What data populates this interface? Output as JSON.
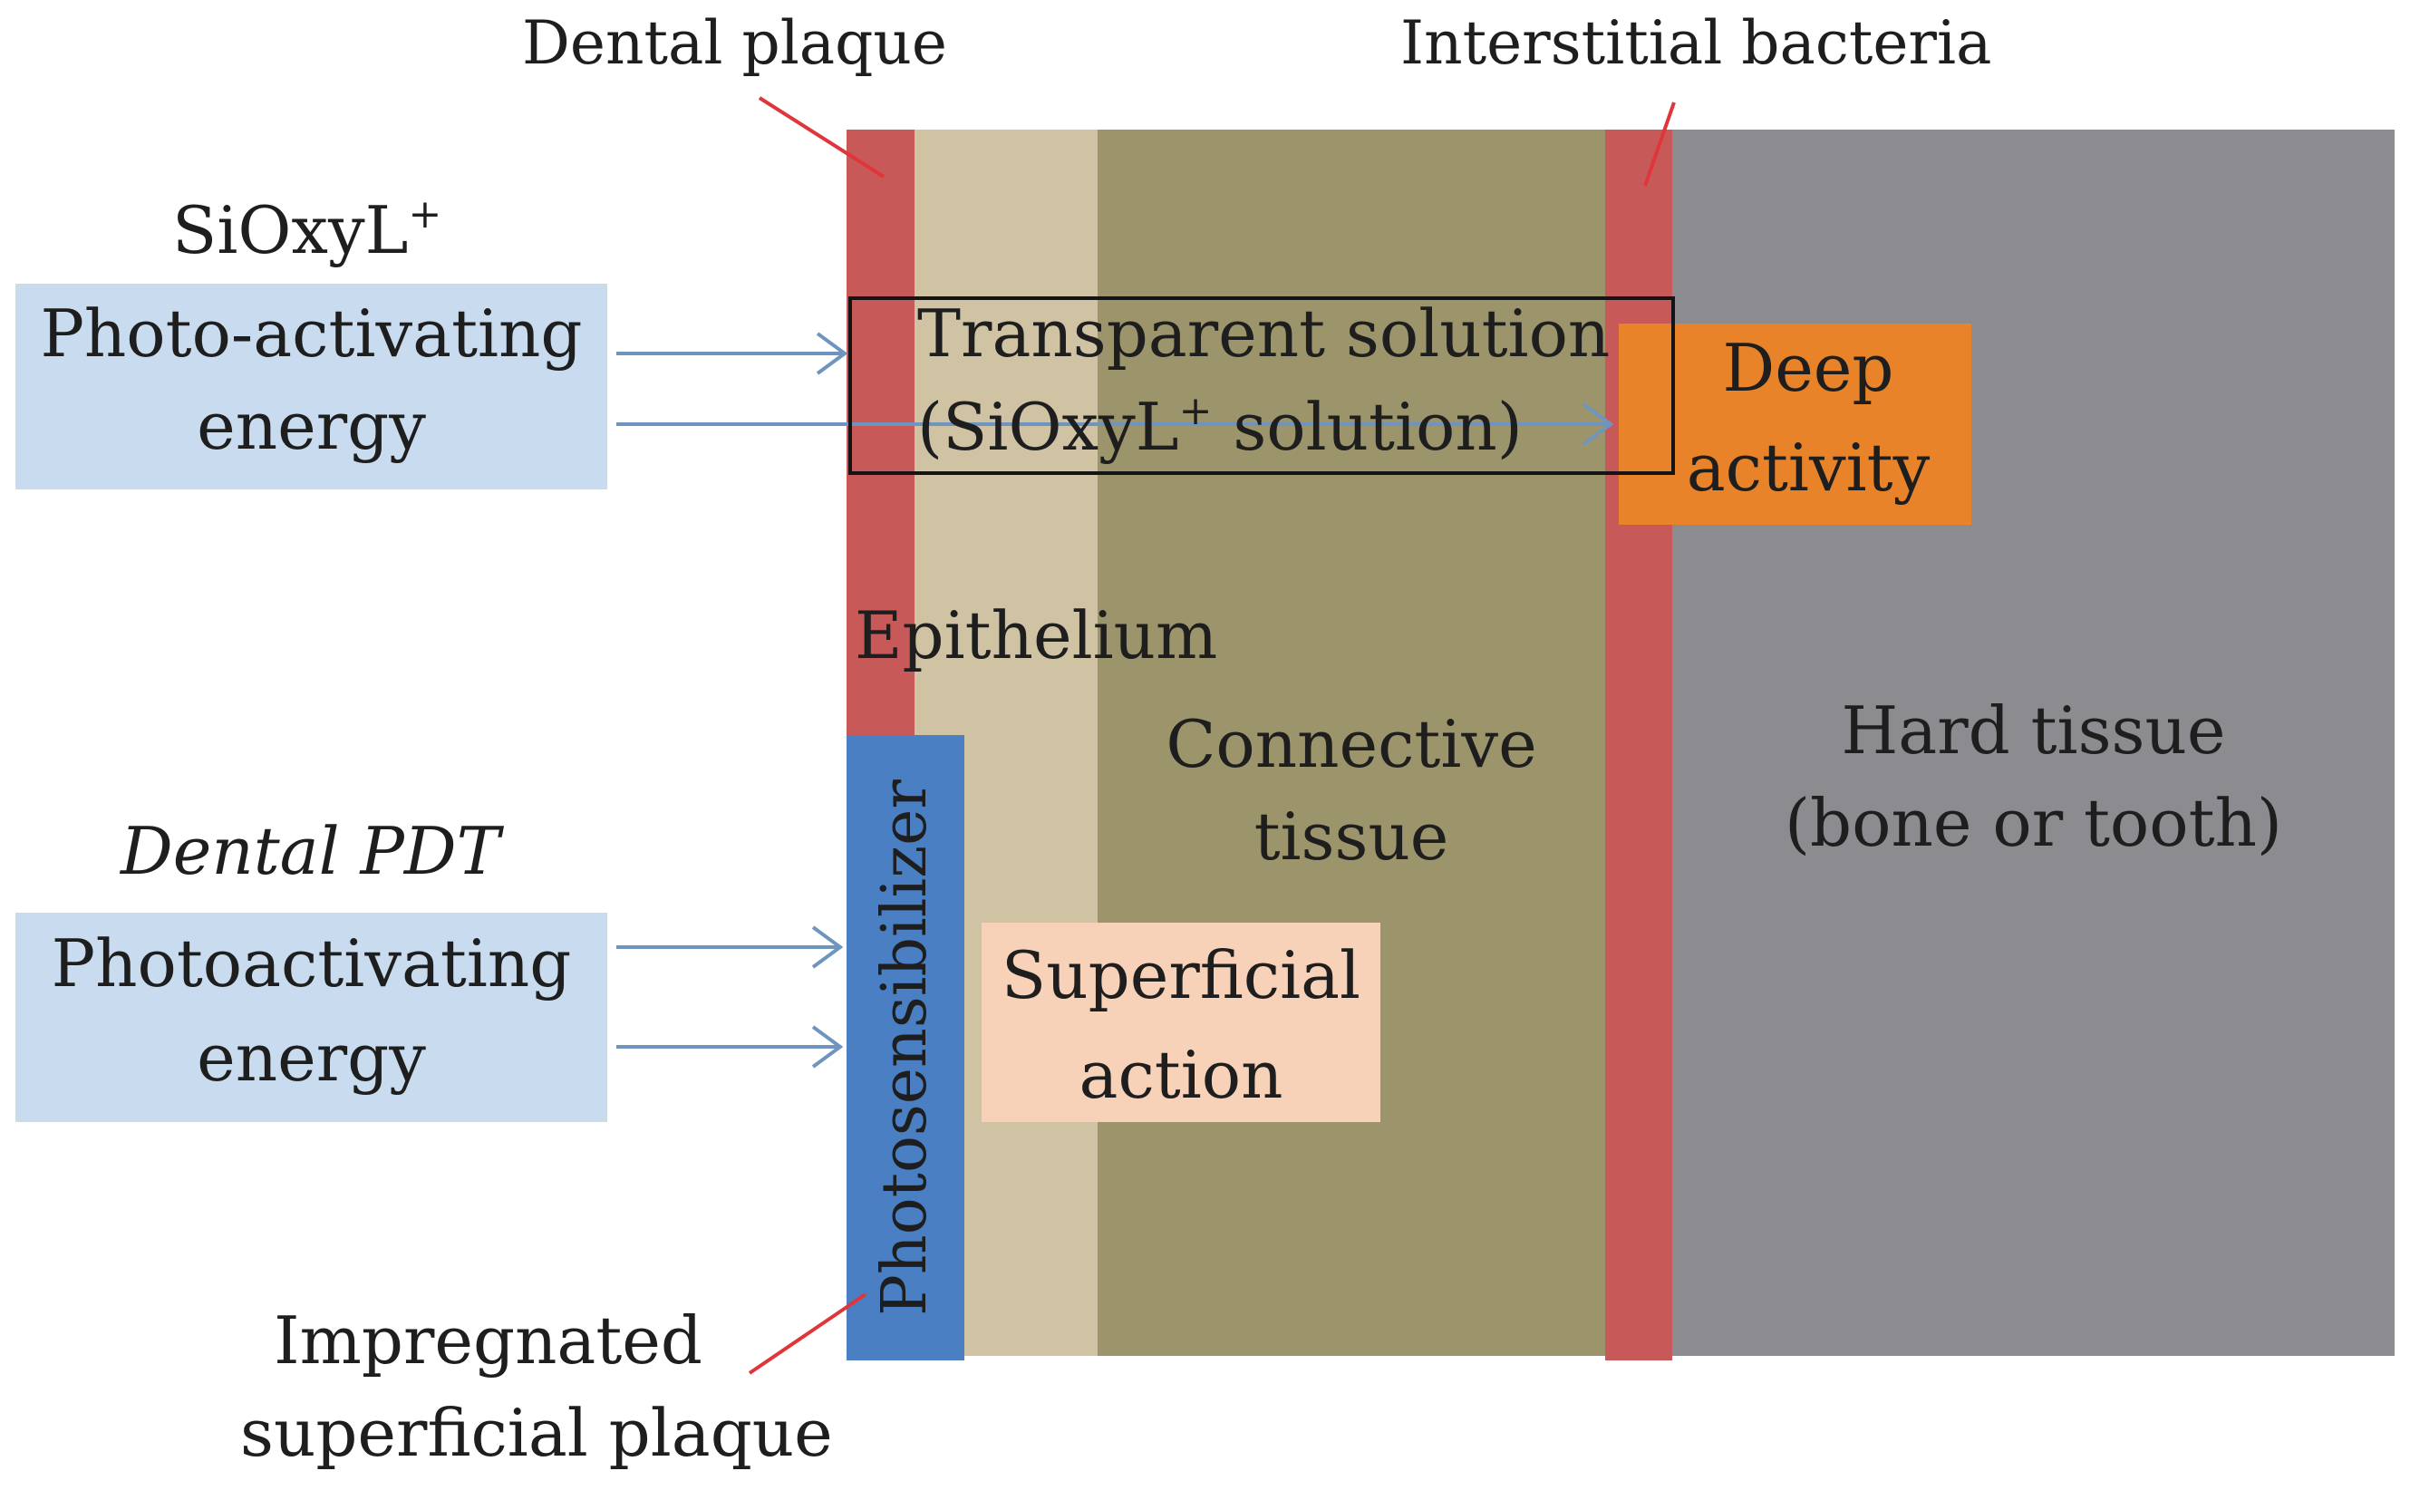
{
  "labels": {
    "dental_plaque": "Dental plaque",
    "interstitial_bacteria": "Interstitial bacteria",
    "impregnated_line1": "Impregnated",
    "impregnated_line2": "superficial plaque",
    "siox_title": "SiOxyL",
    "siox_sup": "+",
    "photo_activating_line1": "Photo-activating",
    "photo_activating_line2": "energy",
    "dental_pdt": "Dental PDT",
    "photoactivating_line1": "Photoactivating",
    "photoactivating_line2": "energy",
    "transparent_line1": "Transparent solution",
    "transparent_line2_pre": "(SiOxyL",
    "transparent_line2_sup": "+",
    "transparent_line2_post": " solution)",
    "deep_line1": "Deep",
    "deep_line2": "activity",
    "epithelium": "Epithelium",
    "connective_line1": "Connective",
    "connective_line2": "tissue",
    "hard_line1": "Hard tissue",
    "hard_line2": "(bone or tooth)",
    "superficial_line1": "Superficial",
    "superficial_line2": "action",
    "photosensibilizer": "Photosensibilizer"
  },
  "colors": {
    "plaque_red": "#c75a58",
    "epithelium_beige": "#cfc3a4",
    "connective_olive": "#9c946b",
    "hard_gray": "#8c8b8f",
    "photosensibilizer_blue": "#4a7fc3",
    "energy_box_blue": "#c9dcef",
    "superficial_peach": "#f7d2b8",
    "deep_orange": "#e9832a",
    "arrow_blue": "#6f95be",
    "leader_red": "#e0353a"
  }
}
